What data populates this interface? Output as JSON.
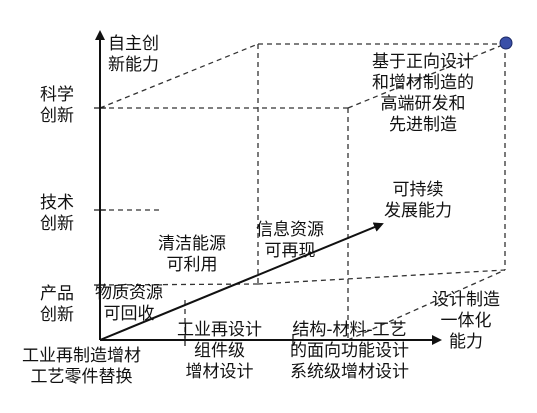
{
  "y_axis": {
    "title_line1": "自主创",
    "title_line2": "新能力",
    "levels": [
      {
        "line1": "科学",
        "line2": "创新"
      },
      {
        "line1": "技术",
        "line2": "创新"
      },
      {
        "line1": "产品",
        "line2": "创新"
      }
    ]
  },
  "x_axis": {
    "title_line1": "设计制造",
    "title_line2": "一体化",
    "title_line3": "能力",
    "levels": [
      {
        "line1": "工业再制造增材",
        "line2": "工艺零件替换"
      },
      {
        "line1": "工业再设计",
        "line2": "组件级",
        "line3": "增材设计"
      },
      {
        "line1": "结构-材料-工艺",
        "line2": "的面向功能设计",
        "line3": "系统级增材设计"
      }
    ]
  },
  "z_axis": {
    "title_line1": "可持续",
    "title_line2": "发展能力",
    "levels": [
      {
        "line1": "物质资源",
        "line2": "可回收"
      },
      {
        "line1": "清洁能源",
        "line2": "可利用"
      },
      {
        "line1": "信息资源",
        "line2": "可再现"
      }
    ]
  },
  "corner": {
    "line1": "基于正向设计",
    "line2": "和增材制造的",
    "line3": "高端研发和",
    "line4": "先进制造"
  },
  "colors": {
    "line": "#111111",
    "corner_dot": "#3a4fa8"
  }
}
